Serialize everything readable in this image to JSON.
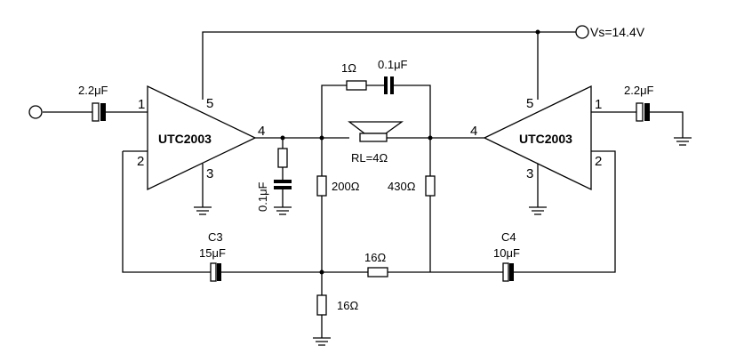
{
  "supply_label": "Vs=14.4V",
  "amplifiers": {
    "left": {
      "name": "UTC2003",
      "pin_in": "1",
      "pin_fb": "2",
      "pin_gnd": "3",
      "pin_out": "4",
      "pin_vcc": "5"
    },
    "right": {
      "name": "UTC2003",
      "pin_in": "1",
      "pin_fb": "2",
      "pin_gnd": "3",
      "pin_out": "4",
      "pin_vcc": "5"
    }
  },
  "components": {
    "c_in_left": "2.2μF",
    "c_in_right": "2.2μF",
    "r_snub_top": "1Ω",
    "c_snub_top": "0.1μF",
    "speaker": "RL=4Ω",
    "c_zobel": "0.1μF",
    "r_200": "200Ω",
    "r_430": "430Ω",
    "c3_name": "C3",
    "c3_value": "15μF",
    "c4_name": "C4",
    "c4_value": "10μF",
    "r_16_mid": "16Ω",
    "r_16_gnd": "16Ω"
  }
}
